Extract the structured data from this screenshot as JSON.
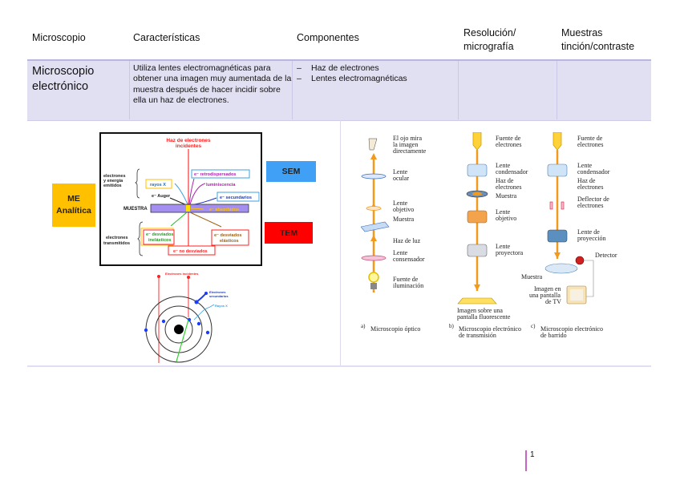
{
  "table": {
    "headers": [
      {
        "label": "Microscopio"
      },
      {
        "label": "Características"
      },
      {
        "label": "Componentes"
      },
      {
        "label": "Resolución/\nmicrografía"
      },
      {
        "label": "Muestras\ntinción/contraste"
      }
    ],
    "header_lines": {
      "c4_line1": "Resolución/",
      "c4_line2": "micrografía",
      "c5_line1": "Muestras",
      "c5_line2": "tinción/contraste"
    },
    "row": {
      "title_line1": "Microscopio",
      "title_line2": "electrónico",
      "description": "Utiliza lentes electromagnéticas para obtener una imagen muy aumentada de la muestra después de hacer incidir sobre ella un haz de electrones.",
      "components": [
        "Haz de electrones",
        "Lentes electromagnéticas"
      ],
      "component_bullet": "–",
      "resolution": "",
      "samples": ""
    },
    "band_color": "#e1dff2"
  },
  "tags": {
    "me_line1": "ME",
    "me_line2": "Analítica",
    "sem": "SEM",
    "tem": "TEM",
    "colors": {
      "me": "#ffc000",
      "sem": "#3fa0f6",
      "tem": "#ff0000"
    }
  },
  "interaction_diagram": {
    "beam_label_1": "Haz de electrones",
    "beam_label_2": "incidentes",
    "emitted_1": "electrones",
    "emitted_2": "y energía",
    "emitted_3": "emitidos",
    "rayos_x": "rayos X",
    "retro": "e⁻ retrodispersados",
    "lumin": "luminiscencia",
    "auger": "e⁻ Auger",
    "secundarios": "e⁻ secundarios",
    "muestra": "MUESTRA",
    "absorbidos": "e⁻ absorbidos",
    "transmitted_1": "electrones",
    "transmitted_2": "transmitidos",
    "inelastic_1": "e⁻ desviados",
    "inelastic_2": "inelásticos",
    "elastic_1": "e⁻ desviados",
    "elastic_2": "elásticos",
    "no_desviados": "e⁻ no desviados"
  },
  "atom_diagram": {
    "incident": "Electrones incidentes",
    "secondary_1": "Electrones",
    "secondary_2": "secundarios",
    "xray": "Rayos X"
  },
  "optics_diagram": {
    "a": {
      "eye_1": "El ojo mira",
      "eye_2": "la imagen",
      "eye_3": "directamente",
      "ocular_1": "Lente",
      "ocular_2": "ocular",
      "objetivo_1": "Lente",
      "objetivo_2": "objetivo",
      "muestra": "Muestra",
      "haz": "Haz de luz",
      "cond_1": "Lente",
      "cond_2": "consensador",
      "fuente_1": "Fuente de",
      "fuente_2": "iluminación",
      "caption_letter": "a)",
      "caption": "Microscopio óptico"
    },
    "b": {
      "fuente_1": "Fuente de",
      "fuente_2": "electrones",
      "cond_1": "Lente",
      "cond_2": "condensador",
      "haz_1": "Haz de",
      "haz_2": "electrones",
      "muestra": "Muestra",
      "obj_1": "Lente",
      "obj_2": "objetivo",
      "proj_1": "Lente",
      "proj_2": "proyectora",
      "img_1": "Imagen sobre una",
      "img_2": "pantalla fluorescente",
      "caption_letter": "b)",
      "caption_1": "Microscopio electrónico",
      "caption_2": "de transmisión"
    },
    "c": {
      "fuente_1": "Fuente de",
      "fuente_2": "electrones",
      "cond_1": "Lente",
      "cond_2": "condensador",
      "haz_1": "Haz de",
      "haz_2": "electrones",
      "defl_1": "Deflector de",
      "defl_2": "electrones",
      "proj_1": "Lente de",
      "proj_2": "proyección",
      "detector": "Detector",
      "muestra": "Muestra",
      "tv_1": "Imagen en",
      "tv_2": "una pantalla",
      "tv_3": "de TV",
      "caption_letter": "c)",
      "caption_1": "Microscopio electrónico",
      "caption_2": "de barrido"
    }
  },
  "page_number": "1"
}
